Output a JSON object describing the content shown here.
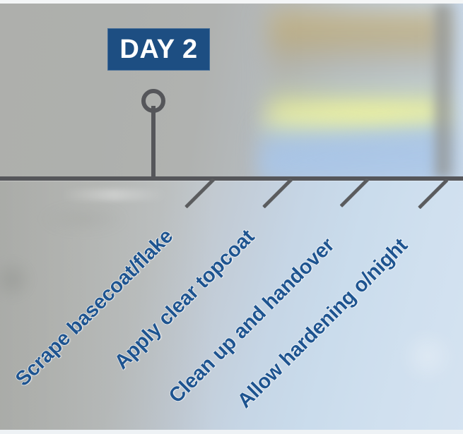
{
  "graphic": {
    "title": "DAY 2",
    "type": "day-timeline"
  },
  "badge": {
    "label": "DAY 2",
    "background_color": "#1d4e82",
    "text_color": "#ffffff"
  },
  "axis": {
    "color": "#55565a"
  },
  "marker": {
    "name": "day-pin",
    "color": "#55565a"
  },
  "tasks": [
    {
      "label": "Scrape basecoat/flake"
    },
    {
      "label": "Apply clear topcoat"
    },
    {
      "label": "Clean up and handover"
    },
    {
      "label": "Allow hardening o/night"
    }
  ],
  "style": {
    "label_color": "#1e5490",
    "tick_color": "#5b5c5e"
  }
}
